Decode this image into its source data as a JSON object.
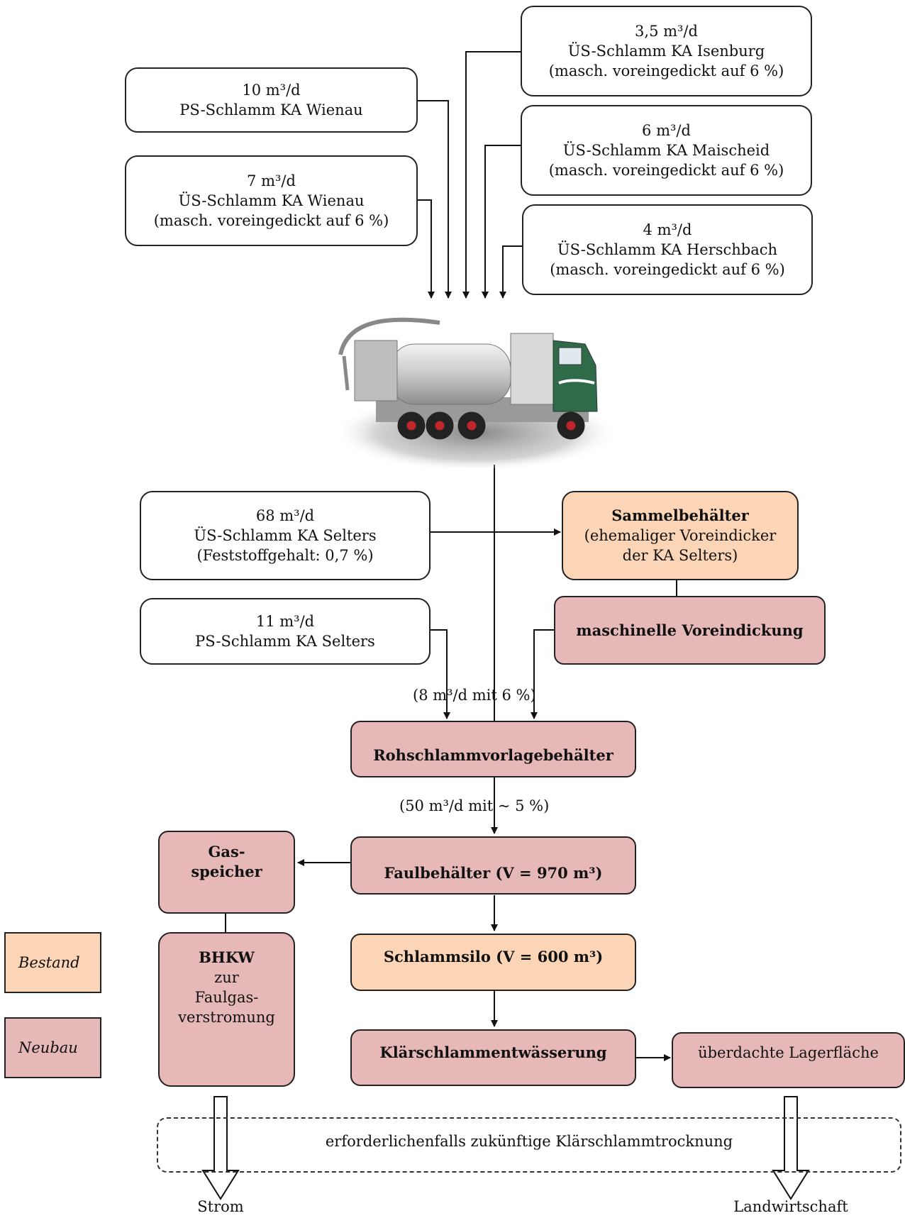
{
  "sources_top": {
    "isenburg": {
      "amount": "3,5 m³/d",
      "label": "ÜS-Schlamm KA Isenburg",
      "note": "(masch. voreingedickt auf 6 %)"
    },
    "wienau_ps": {
      "amount": "10 m³/d",
      "label": "PS-Schlamm KA Wienau"
    },
    "maischeid": {
      "amount": "6 m³/d",
      "label": "ÜS-Schlamm KA Maischeid",
      "note": "(masch. voreingedickt auf 6 %)"
    },
    "wienau_us": {
      "amount": "7 m³/d",
      "label": "ÜS-Schlamm KA Wienau",
      "note": "(masch. voreingedickt auf 6 %)"
    },
    "herschbach": {
      "amount": "4 m³/d",
      "label": "ÜS-Schlamm KA Herschbach",
      "note": "(masch. voreingedickt auf 6 %)"
    }
  },
  "selters": {
    "us": {
      "amount": "68 m³/d",
      "label": "ÜS-Schlamm KA Selters",
      "note": "(Feststoffgehalt: 0,7 %)"
    },
    "ps": {
      "amount": "11 m³/d",
      "label": "PS-Schlamm KA Selters"
    }
  },
  "process": {
    "sammel": {
      "title": "Sammelbehälter",
      "line1": "(ehemaliger Voreindicker",
      "line2": "der KA Selters)"
    },
    "voreindickung": "maschinelle Voreindickung",
    "rohschlamm": "Rohschlammvorlagebehälter",
    "faul": "Faulbehälter (V = 970 m³)",
    "silo": "Schlammsilo (V = 600 m³)",
    "entwaesserung": "Klärschlammentwässerung",
    "lager": "überdachte Lagerfläche",
    "gas1": "Gas-",
    "gas2": "speicher",
    "bhkw_title": "BHKW",
    "bhkw1": "zur",
    "bhkw2": "Faulgas-",
    "bhkw3": "verstromung",
    "trocknung": "erforderlichenfalls zukünftige Klärschlammtrocknung"
  },
  "flow_notes": {
    "n1": "(8 m³/d mit 6 %)",
    "n2": "(50 m³/d mit ~ 5 %)"
  },
  "outputs": {
    "strom": "Strom",
    "land": "Landwirtschaft"
  },
  "legend": {
    "bestand": "Bestand",
    "neubau": "Neubau"
  },
  "colors": {
    "bestand": "#fbd5b5",
    "neubau": "#e6b9b8"
  }
}
